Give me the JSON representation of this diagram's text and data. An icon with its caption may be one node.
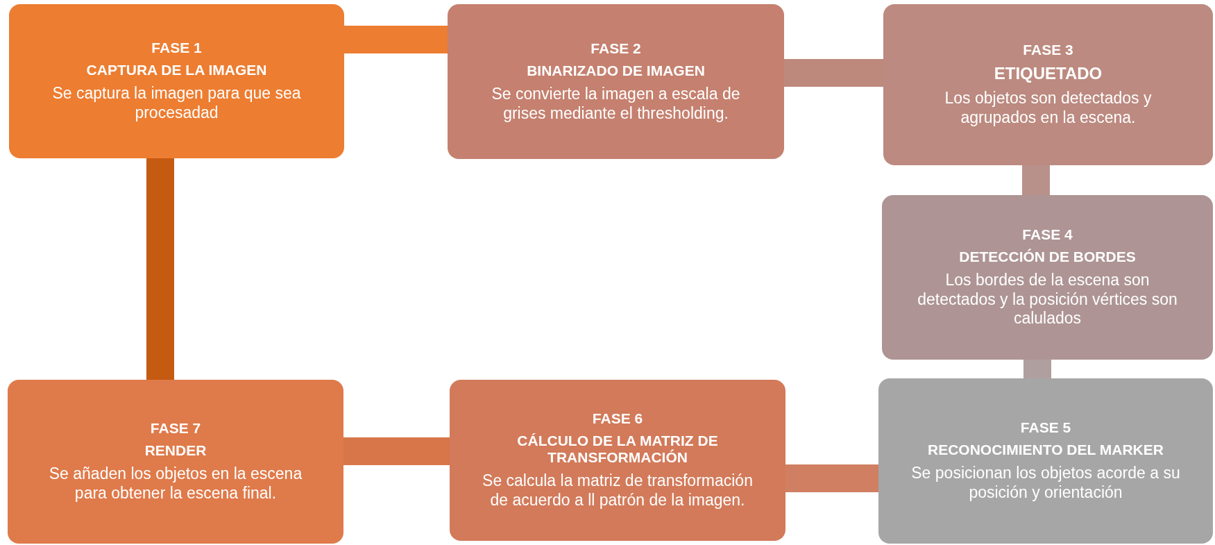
{
  "diagram": {
    "nodes": [
      {
        "text": [
          "FASE 1",
          "CAPTURA DE LA IMAGEN",
          "Se captura la imagen para que sea procesadad"
        ]
      },
      {
        "text": [
          "FASE 2",
          "BINARIZADO DE IMAGEN",
          "Se convierte la imagen a escala de grises mediante el thresholding."
        ]
      },
      {
        "text": [
          "FASE 3",
          "ETIQUETADO",
          "Los objetos son detectados y agrupados en la escena."
        ]
      },
      {
        "text": [
          "FASE 4",
          "DETECCIÓN DE BORDES",
          "Los bordes de la escena son detectados y la posición vértices son calulados"
        ]
      },
      {
        "text": [
          "FASE 5",
          "RECONOCIMIENTO DEL MARKER",
          "Se posicionan los objetos acorde a su posición  y orientación"
        ]
      },
      {
        "text": [
          "FASE 6",
          "CÁLCULO DE LA MATRIZ DE TRANSFORMACIÓN",
          "Se calcula la matriz de transformación  de acuerdo a ll patrón de la imagen."
        ]
      },
      {
        "text": [
          "FASE 7",
          "RENDER",
          "Se añaden los objetos en la escena para obtener la escena final."
        ]
      }
    ],
    "edges": [
      {
        "from": 0,
        "to": 1,
        "arrow": "none",
        "color": "#ed7d31"
      },
      {
        "from": 1,
        "to": 2,
        "arrow": "none",
        "color": "#be897d"
      },
      {
        "from": 2,
        "to": 3,
        "arrow": "none",
        "color": "#b9918b"
      },
      {
        "from": 3,
        "to": 4,
        "arrow": "none",
        "color": "#b09f9f"
      },
      {
        "from": 4,
        "to": 5,
        "arrow": "none",
        "color": "#d07f62"
      },
      {
        "from": 5,
        "to": 6,
        "arrow": "none",
        "color": "#d8764a"
      },
      {
        "from": 6,
        "to": 0,
        "arrow": "none",
        "color": "#c55a11"
      }
    ]
  }
}
